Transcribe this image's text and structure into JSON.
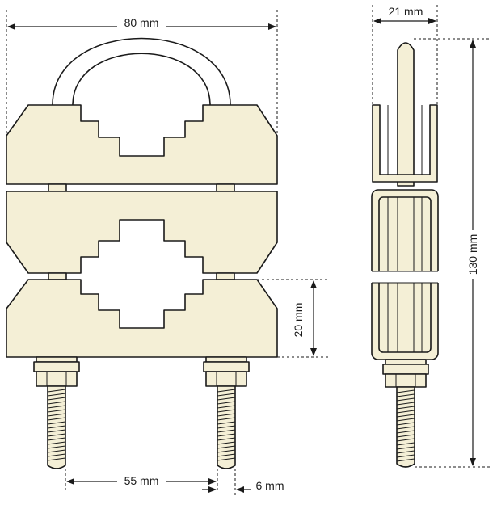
{
  "dimensions": {
    "width_top": "80 mm",
    "width_side": "21 mm",
    "height_side": "130 mm",
    "jaw_height": "20 mm",
    "bolt_spacing": "55 mm",
    "bolt_diameter": "6 mm"
  },
  "colors": {
    "part_fill": "#f4efd6",
    "line": "#1a1a1a"
  }
}
